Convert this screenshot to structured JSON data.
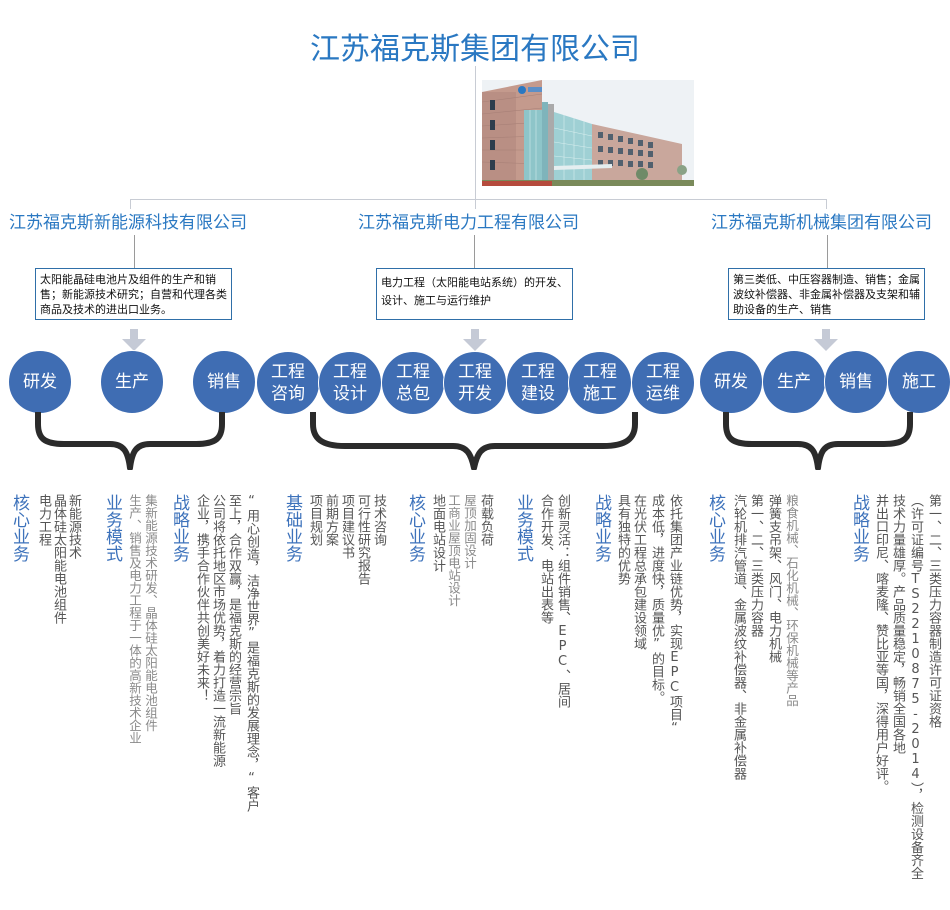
{
  "header": {
    "title": "江苏福克斯集团有限公司",
    "photo_icon": "company-building-photo"
  },
  "colors": {
    "title_blue": "#2a78c2",
    "circle_blue": "#3f6db3",
    "box_border": "#2f6fa8",
    "connector_gray": "#c8ccd4",
    "arrow_gray": "#c5cad6",
    "brace_black": "#2b2b2b"
  },
  "subsidiaries": [
    {
      "name": "江苏福克斯新能源科技有限公司",
      "description": "太阳能晶硅电池片及组件的生产和销售；新能源技术研究；自营和代理各类商品及技术的进出口业务。",
      "business_lines": [
        "研发",
        "生产",
        "销售"
      ],
      "columns": [
        {
          "heading": "核心业务",
          "items": [
            "电力工程",
            "晶体硅太阳能电池组件",
            "新能源技术"
          ]
        },
        {
          "heading": "业务模式",
          "items": [
            "生产、销售及电力工程于一体的高新技术企业",
            "集新能源技术研发、晶体硅太阳能电池组件"
          ]
        },
        {
          "heading": "战略业务",
          "items": [
            "企业，携手合作伙伴共创美好未来！",
            "公司将依托地区市场优势，着力打造一流新能源",
            "至上，合作双赢，是福克斯的经营宗旨",
            "“用心创造，洁净世界”是福克斯的发展理念，“客户"
          ]
        }
      ]
    },
    {
      "name": "江苏福克斯电力工程有限公司",
      "description": "电力工程（太阳能电站系统）的开发、设计、施工与运行维护",
      "business_lines": [
        "工程\n咨询",
        "工程\n设计",
        "工程\n总包",
        "工程\n开发",
        "工程\n建设",
        "工程\n施工",
        "工程\n运维"
      ],
      "columns": [
        {
          "heading": "基础业务",
          "items": [
            "项目规划",
            "前期方案",
            "项目建议书",
            "可行性研究报告",
            "技术咨询"
          ]
        },
        {
          "heading": "核心业务",
          "items": [
            "地面电站设计",
            "工商业屋顶电站设计",
            "屋顶加固设计",
            "荷载负荷"
          ]
        },
        {
          "heading": "业务模式",
          "items": [
            "合作开发、电站出表等",
            "创新灵活：组件销售、EPC、居间"
          ]
        },
        {
          "heading": "战略业务",
          "items": [
            "具有独特的优势",
            "在光伏工程总承包建设领域",
            "成本低，进度快，质量优”的目标。",
            "依托集团产业链优势，实现EPC项目“"
          ]
        }
      ]
    },
    {
      "name": "江苏福克斯机械集团有限公司",
      "description": "第三类低、中压容器制造、销售；金属波纹补偿器、非金属补偿器及支架和辅助设备的生产、销售",
      "business_lines": [
        "研发",
        "生产",
        "销售",
        "施工"
      ],
      "columns": [
        {
          "heading": "核心业务",
          "items": [
            "汽轮机排汽管道、金属波纹补偿器、非金属补偿器",
            "第一、二、三类压力容器",
            "弹簧支吊架、风门、电力机械",
            "粮食机械、石化机械、环保机械等产品"
          ]
        },
        {
          "heading": "战略业务",
          "items": [
            "并出口印尼、喀麦隆、赞比亚等国，深得用户好评。",
            "技术力量雄厚。产品质量稳定，畅销全国各地",
            "（许可证编号TS2210875-2014），检测设备齐全",
            "第一、二、三类压力容器制造许可证资格"
          ]
        }
      ]
    }
  ]
}
